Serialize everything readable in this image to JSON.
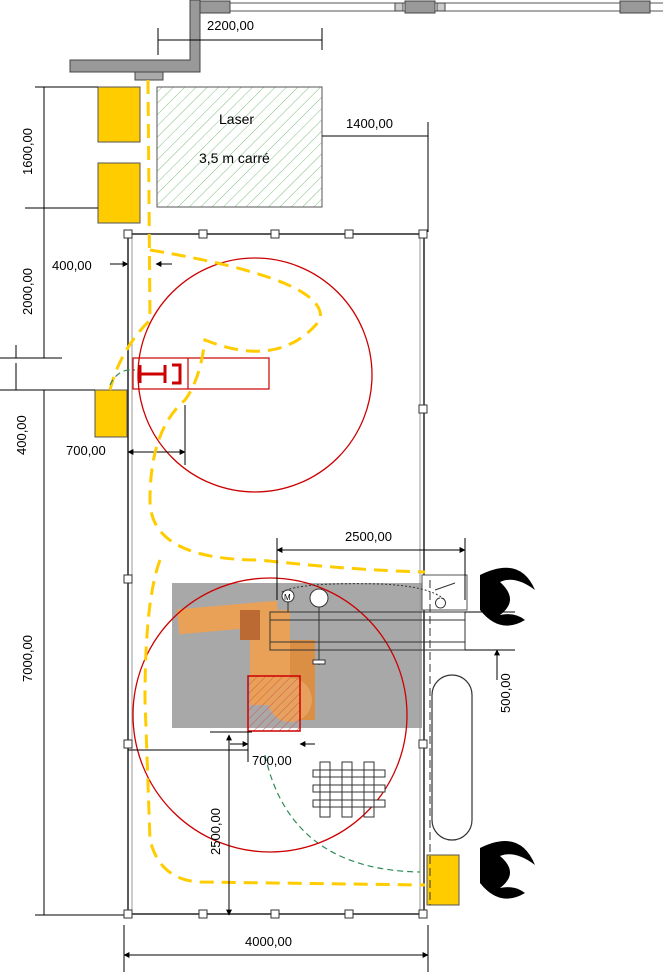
{
  "laser": {
    "title": "Laser",
    "area": "3,5 m carré"
  },
  "dimensions": {
    "top_width": "2200,00",
    "laser_gap": "1400,00",
    "left_1600": "1600,00",
    "left_2000": "2000,00",
    "gap_400_h": "400,00",
    "left_400_v": "400,00",
    "gripper_700": "700,00",
    "robot_2500_h": "2500,00",
    "right_500": "500,00",
    "robot_700": "700,00",
    "robot_2500_v": "2500,00",
    "left_7000": "7000,00",
    "bottom_4000": "4000,00"
  },
  "badges": {
    "motor": "M"
  },
  "colors": {
    "conveyor": "#ffcc00",
    "reach_circle": "#cc0000",
    "laser_hatch": "#7fbf7f",
    "safety_path": "#ffcc00",
    "robot_zone": "#999999",
    "robot_body": "#f5a04a"
  }
}
